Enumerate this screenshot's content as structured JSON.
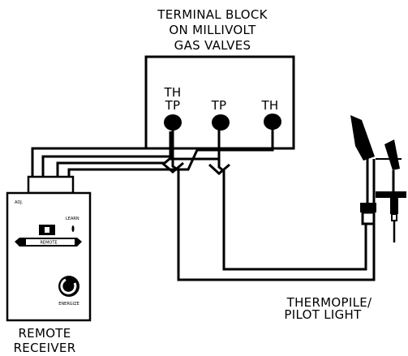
{
  "terminal_block": {
    "title_lines": [
      "TERMINAL BLOCK",
      "ON MILLIVOLT",
      "GAS VALVES"
    ],
    "terminals": {
      "th_tp_top": "TH",
      "th_tp_bottom": "TP",
      "tp": "TP",
      "th": "TH"
    }
  },
  "remote_receiver": {
    "adj_label": "ADJ.",
    "learn_label": "LEARN",
    "switch_label": "REMOTE",
    "energize_label": "ENERGIZE",
    "caption_lines": [
      "REMOTE",
      "RECEIVER"
    ]
  },
  "thermopile": {
    "caption_lines": [
      "THERMOPILE/",
      "PILOT LIGHT"
    ]
  },
  "colors": {
    "ink": "#000000",
    "paper": "#ffffff"
  }
}
